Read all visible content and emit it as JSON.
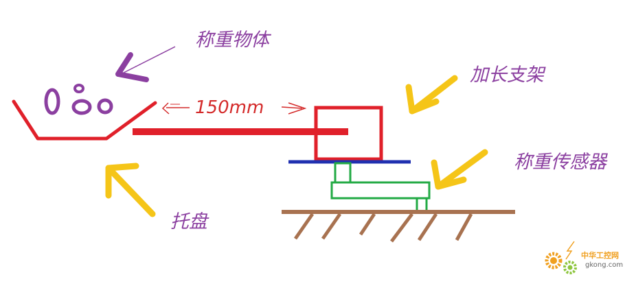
{
  "labels": {
    "object": "称重物体",
    "bracket": "加长支架",
    "sensor": "称重传感器",
    "tray": "托盘",
    "dimension": "150mm"
  },
  "watermark": {
    "cn": "中华工控网",
    "en": "gkong.com"
  },
  "colors": {
    "purple": "#8b3fa0",
    "red": "#e0202a",
    "yellow": "#f5c518",
    "blue": "#2030b0",
    "green": "#22aa44",
    "brown": "#a87250"
  }
}
